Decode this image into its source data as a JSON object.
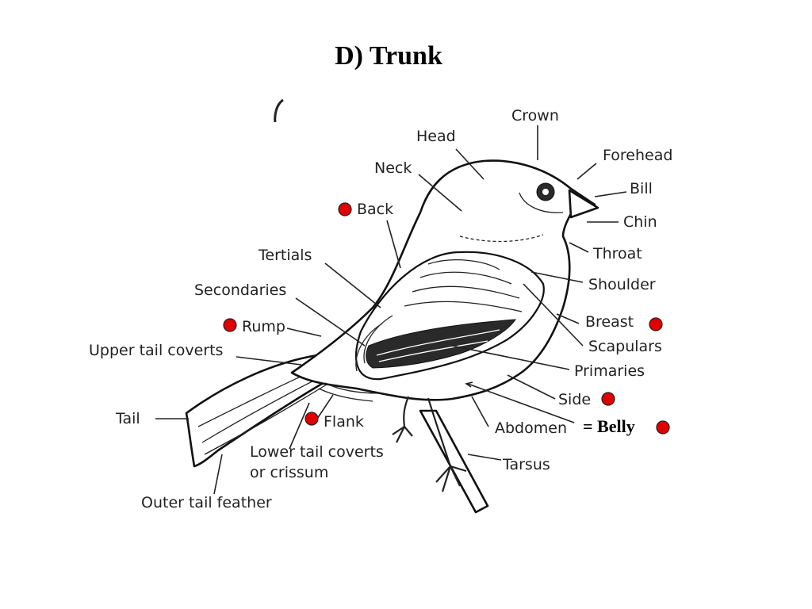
{
  "title": "D) Trunk",
  "labels": {
    "crown": "Crown",
    "head": "Head",
    "forehead": "Forehead",
    "neck": "Neck",
    "bill": "Bill",
    "back": "Back",
    "chin": "Chin",
    "tertials": "Tertials",
    "throat": "Throat",
    "shoulder": "Shoulder",
    "secondaries": "Secondaries",
    "breast": "Breast",
    "rump": "Rump",
    "scapulars": "Scapulars",
    "upper_tail_coverts": "Upper tail coverts",
    "primaries": "Primaries",
    "side": "Side",
    "tail": "Tail",
    "flank": "Flank",
    "abdomen": "Abdomen",
    "lower_tail_coverts_1": "Lower tail coverts",
    "lower_tail_coverts_2": "or crissum",
    "tarsus": "Tarsus",
    "outer_tail_feather": "Outer tail feather"
  },
  "annotation": {
    "belly": "= Belly"
  },
  "marker_color": "#e00000"
}
